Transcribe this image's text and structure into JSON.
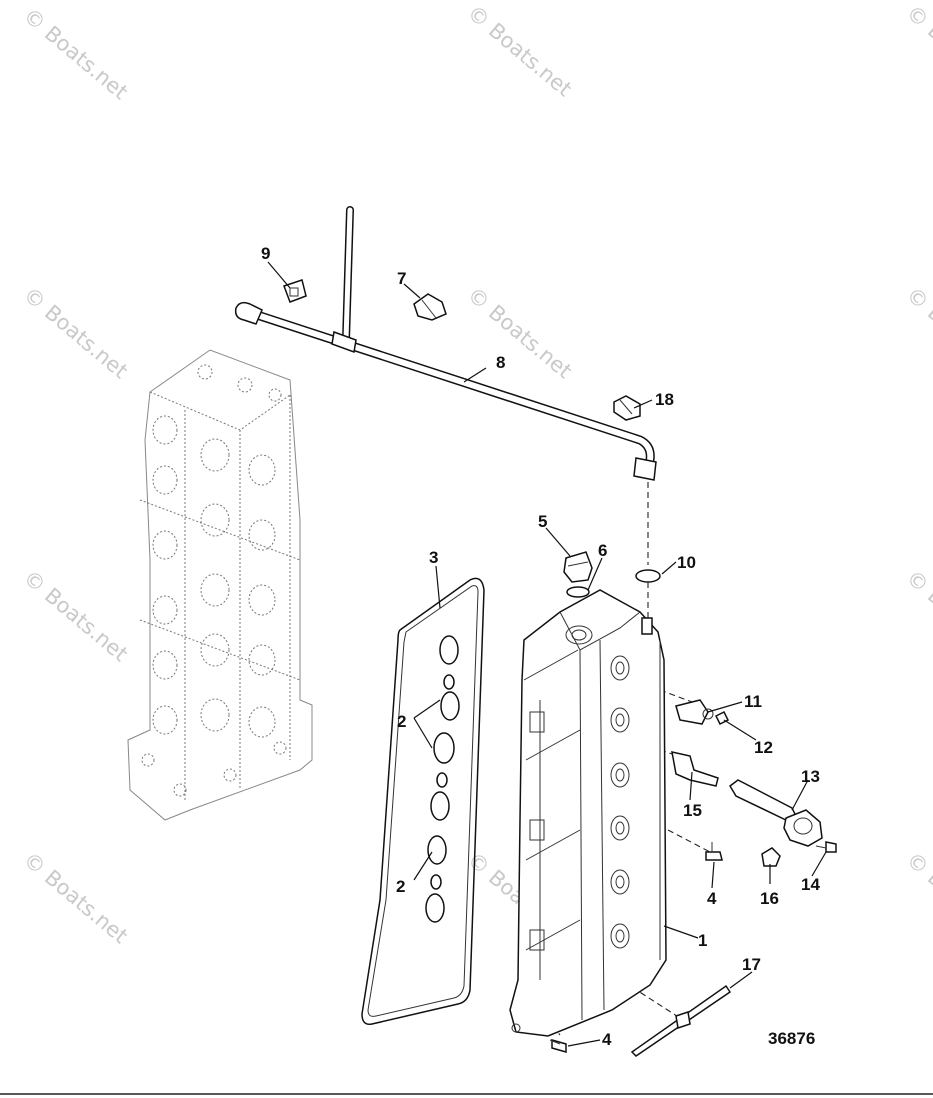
{
  "watermark": {
    "text": "© Boats.net"
  },
  "figure_number": "36876",
  "callouts": [
    {
      "id": "c1",
      "label": "1"
    },
    {
      "id": "c2a",
      "label": "2"
    },
    {
      "id": "c2b",
      "label": "2"
    },
    {
      "id": "c3",
      "label": "3"
    },
    {
      "id": "c4a",
      "label": "4"
    },
    {
      "id": "c4b",
      "label": "4"
    },
    {
      "id": "c5",
      "label": "5"
    },
    {
      "id": "c6",
      "label": "6"
    },
    {
      "id": "c7",
      "label": "7"
    },
    {
      "id": "c8",
      "label": "8"
    },
    {
      "id": "c9",
      "label": "9"
    },
    {
      "id": "c10",
      "label": "10"
    },
    {
      "id": "c11",
      "label": "11"
    },
    {
      "id": "c12",
      "label": "12"
    },
    {
      "id": "c13",
      "label": "13"
    },
    {
      "id": "c14",
      "label": "14"
    },
    {
      "id": "c15",
      "label": "15"
    },
    {
      "id": "c16",
      "label": "16"
    },
    {
      "id": "c17",
      "label": "17"
    },
    {
      "id": "c18",
      "label": "18"
    }
  ]
}
